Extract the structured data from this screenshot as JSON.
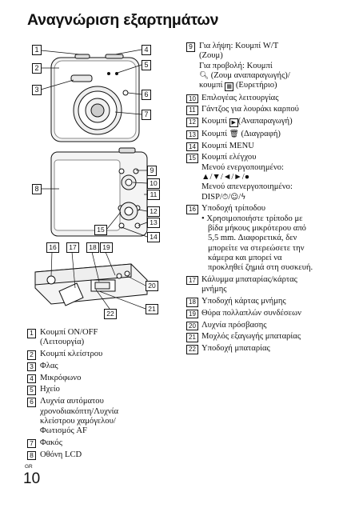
{
  "page": {
    "title": "Αναγνώριση εξαρτημάτων",
    "lang_code": "GR",
    "page_number": "10"
  },
  "callouts": [
    "1",
    "2",
    "3",
    "4",
    "5",
    "6",
    "7",
    "8",
    "9",
    "10",
    "11",
    "12",
    "13",
    "14",
    "15",
    "16",
    "17",
    "18",
    "19",
    "20",
    "21",
    "22"
  ],
  "left_list": [
    {
      "num": "1",
      "lines": [
        "Κουμπί ON/OFF",
        "(Λειτουργία)"
      ]
    },
    {
      "num": "2",
      "lines": [
        "Κουμπί κλείστρου"
      ]
    },
    {
      "num": "3",
      "lines": [
        "Φλας"
      ]
    },
    {
      "num": "4",
      "lines": [
        "Μικρόφωνο"
      ]
    },
    {
      "num": "5",
      "lines": [
        "Ηχείο"
      ]
    },
    {
      "num": "6",
      "lines": [
        "Λυχνία αυτόματου",
        "χρονοδιακόπτη/Λυχνία",
        "κλείστρου χαμόγελου/",
        "Φωτισμός AF"
      ]
    },
    {
      "num": "7",
      "lines": [
        "Φακός"
      ]
    },
    {
      "num": "8",
      "lines": [
        "Οθόνη LCD"
      ]
    }
  ],
  "right_list": {
    "item9": {
      "num": "9",
      "line1": "Για λήψη: Κουμπί W/T",
      "line2": "(Ζουμ)",
      "line3": "Για προβολή: Κουμπί",
      "line4": "(Ζουμ αναπαραγωγής)/",
      "line5_pre": "κουμπί",
      "line5_post": "(Ευρετήριο)"
    },
    "item10": {
      "num": "10",
      "text": "Επιλογέας λειτουργίας"
    },
    "item11": {
      "num": "11",
      "text": "Γάντζος για λουράκι καρπού"
    },
    "item12": {
      "num": "12",
      "pre": "Κουμπί",
      "post": "(Αναπαραγωγή)"
    },
    "item13": {
      "num": "13",
      "pre": "Κουμπί",
      "post": "(Διαγραφή)"
    },
    "item14": {
      "num": "14",
      "text": "Κουμπί MENU"
    },
    "item15": {
      "num": "15",
      "line1": "Κουμπί ελέγχου",
      "line2": "Μενού ενεργοποιημένο:",
      "line3": "▲/▼/◄/►/●",
      "line4": "Μενού απενεργοποιημένο:",
      "line5": "DISP/",
      "line5_b": "/",
      "line5_c": "/"
    },
    "item16": {
      "num": "16",
      "text": "Υποδοχή τρίποδου",
      "bullet": [
        "• Χρησιμοποιήστε τρίποδο με",
        "βίδα μήκους μικρότερου από",
        "5,5 mm. Διαφορετικά, δεν",
        "μπορείτε να στερεώσετε την",
        "κάμερα και μπορεί να",
        "προκληθεί ζημιά στη συσκευή."
      ]
    },
    "item17": {
      "num": "17",
      "lines": [
        "Κάλυμμα μπαταρίας/κάρτας",
        "μνήμης"
      ]
    },
    "item18": {
      "num": "18",
      "text": "Υποδοχή κάρτας μνήμης"
    },
    "item19": {
      "num": "19",
      "text": "Θύρα πολλαπλών συνδέσεων"
    },
    "item20": {
      "num": "20",
      "text": "Λυχνία πρόσβασης"
    },
    "item21": {
      "num": "21",
      "text": "Μοχλός εξαγωγής μπαταρίας"
    },
    "item22": {
      "num": "22",
      "text": "Υποδοχή μπαταρίας"
    }
  },
  "icons": {
    "zoom_playback": "magnifier-icon",
    "index": "grid-icon",
    "playback": "play-icon",
    "delete": "trash-icon",
    "self_timer": "self-timer-icon",
    "smile": "smile-icon",
    "flash": "flash-icon"
  }
}
